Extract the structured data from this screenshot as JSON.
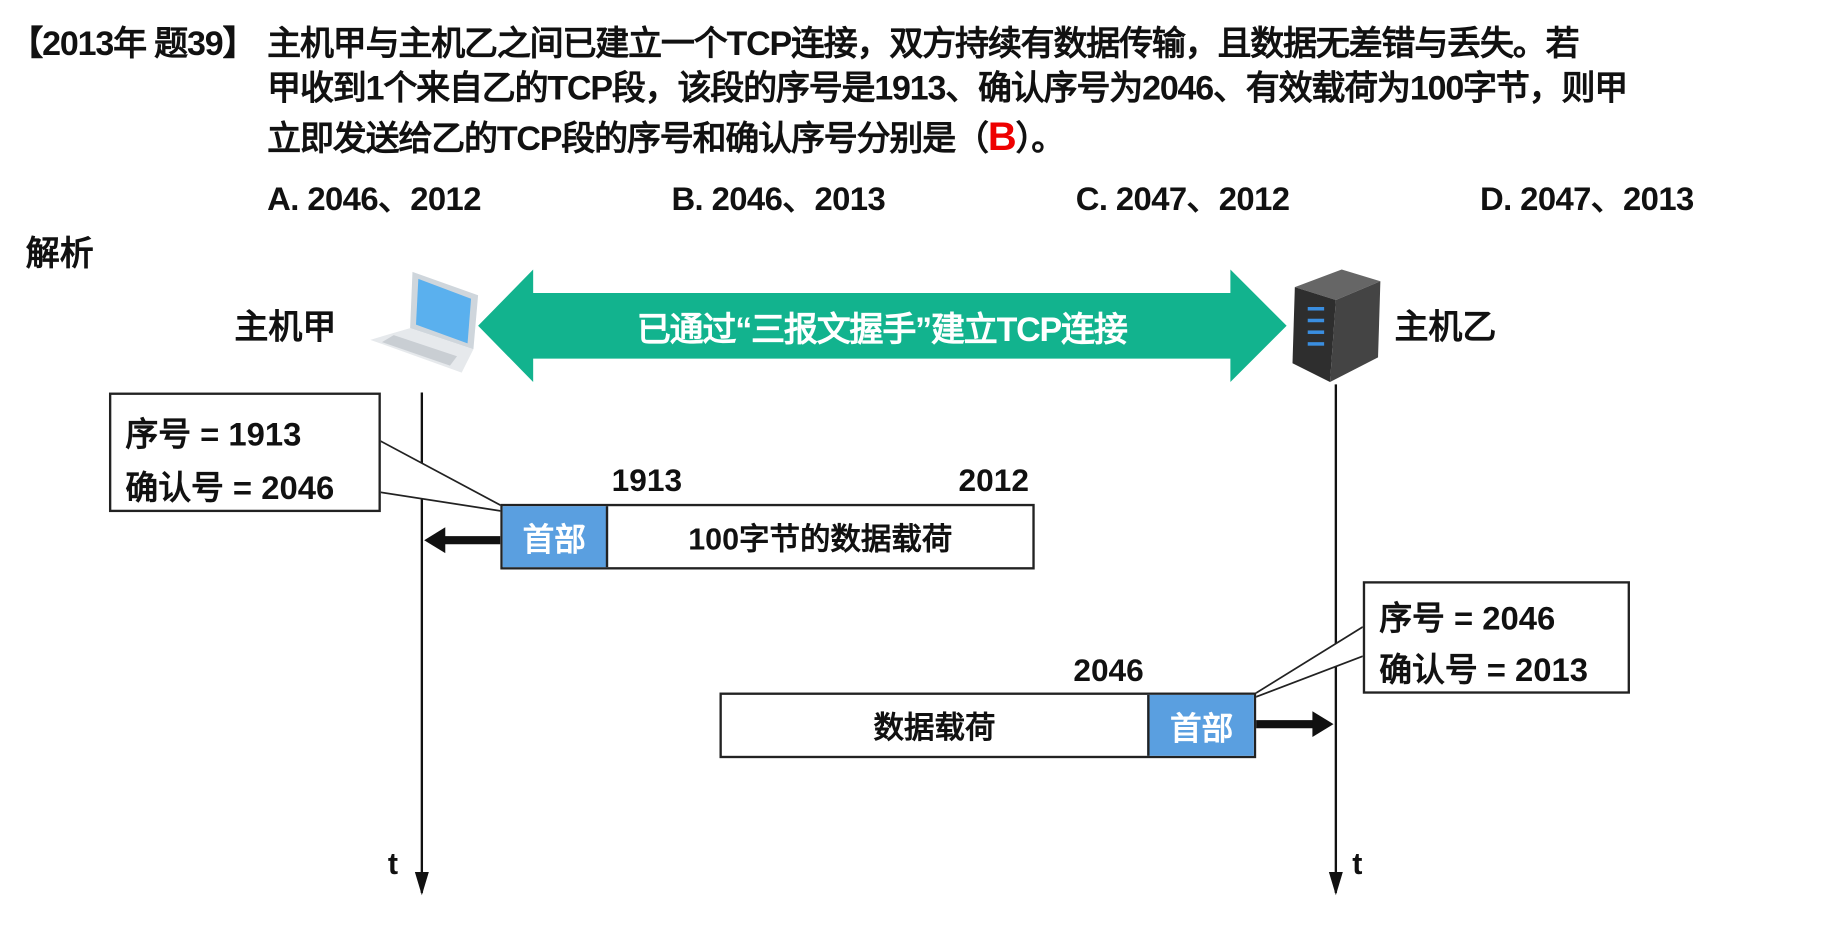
{
  "question": {
    "tag": "【2013年 题39】",
    "line1": "主机甲与主机乙之间已建立一个TCP连接，双方持续有数据传输，且数据无差错与丢失。若",
    "line2": "甲收到1个来自乙的TCP段，该段的序号是1913、确认序号为2046、有效载荷为100字节，则甲",
    "line3_pre": "立即发送给乙的TCP段的序号和确认序号分别是（",
    "answer": "B",
    "line3_post": "）。",
    "options": [
      "A. 2046、2012",
      "B. 2046、2013",
      "C. 2047、2012",
      "D. 2047、2013"
    ]
  },
  "analysis_label": "解析",
  "diagram": {
    "host_a": "主机甲",
    "host_b": "主机乙",
    "handshake": "已通过“三报文握手”建立TCP连接",
    "time_label": "t",
    "segment1": {
      "seq_line": "序号 = 1913",
      "ack_line": "确认号 = 2046",
      "start": "1913",
      "end": "2012",
      "header": "首部",
      "payload": "100字节的数据载荷"
    },
    "segment2": {
      "seq_line": "序号 = 2046",
      "ack_line": "确认号 = 2013",
      "start": "2046",
      "header": "首部",
      "payload": "数据载荷"
    },
    "colors": {
      "arrow": "#12b38e",
      "header": "#5a9fe0",
      "answer": "#e00000"
    }
  }
}
